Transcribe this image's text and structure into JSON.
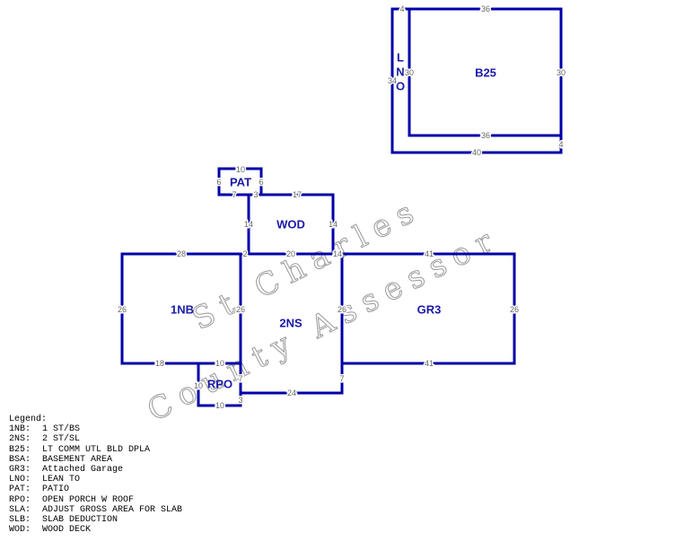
{
  "areas": {
    "b25": "B25",
    "lno": [
      "L",
      "N",
      "O"
    ],
    "pat": "PAT",
    "wod": "WOD",
    "nb1": "1NB",
    "ns2": "2NS",
    "gr3": "GR3",
    "rpo": "RPO"
  },
  "dims": {
    "b25_top_lno": "4",
    "b25_top": "36",
    "b25_left": "30",
    "b25_right": "30",
    "lno_left": "34",
    "b25_bottom": "36",
    "lno_right": "4",
    "lno_bottom": "40",
    "pat_top": "10",
    "pat_left": "6",
    "pat_right": "6",
    "pat_bottom_a": "7",
    "pat_bottom_b": "3",
    "wod_top": "17",
    "wod_left": "14",
    "wod_right": "14",
    "nb1_top": "28",
    "nb1_jog": "2",
    "nb1_left": "26",
    "nb1_right": "26",
    "nb1_bottom": "18",
    "ns2_top": "20",
    "ns2_right": "26",
    "ns2_left_low": "7",
    "ns2_right_low": "7",
    "ns2_bottom": "24",
    "wod_gr_corner": "14",
    "gr3_top": "41",
    "gr3_bottom": "41",
    "gr3_right": "26",
    "rpo_top": "10",
    "rpo_left": "10",
    "rpo_bottom": "10",
    "rpo_right": "3"
  },
  "watermark": {
    "line1": "St Charles",
    "line2": "County Assessor"
  },
  "legend": {
    "title": "Legend:",
    "items": [
      {
        "code": "1NB:",
        "desc": "1 ST/BS"
      },
      {
        "code": "2NS:",
        "desc": "2 ST/SL"
      },
      {
        "code": "B25:",
        "desc": "LT COMM UTL BLD DPLA"
      },
      {
        "code": "BSA:",
        "desc": "BASEMENT AREA"
      },
      {
        "code": "GR3:",
        "desc": "Attached Garage"
      },
      {
        "code": "LNO:",
        "desc": "LEAN TO"
      },
      {
        "code": "PAT:",
        "desc": "PATIO"
      },
      {
        "code": "RPO:",
        "desc": "OPEN PORCH W ROOF"
      },
      {
        "code": "SLA:",
        "desc": "ADJUST GROSS AREA FOR SLAB"
      },
      {
        "code": "SLB:",
        "desc": "SLAB DEDUCTION"
      },
      {
        "code": "WOD:",
        "desc": "WOOD DECK"
      }
    ]
  }
}
